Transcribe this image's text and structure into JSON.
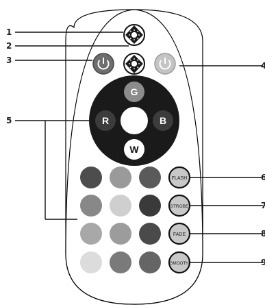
{
  "callouts": [
    "1",
    "2",
    "3",
    "4",
    "5",
    "6",
    "7",
    "8",
    "9"
  ],
  "color_wheel": {
    "top": "G",
    "left": "R",
    "right": "B",
    "bottom": "W",
    "ring_color": "#1a1a1a",
    "top_color": "#8c8c8c",
    "left_color": "#3c3c3c",
    "right_color": "#3c3c3c",
    "bottom_color": "#ffffff"
  },
  "function_buttons": [
    "FLASH",
    "STROBE",
    "FADE",
    "SMOOTH"
  ],
  "icons": {
    "brightness_up": "sun-up-icon",
    "brightness_down": "sun-down-icon",
    "power_off": "power-icon",
    "power_on": "power-icon"
  },
  "color_keys": {
    "column_1": [
      "#4d4d4d",
      "#888888",
      "#a8a8a8",
      "#dcdcdc"
    ],
    "column_2": [
      "#9a9a9a",
      "#cfcfcf",
      "#9c9c9c",
      "#7a7a7a"
    ],
    "column_3": [
      "#5a5a5a",
      "#3a3a3a",
      "#4a4a4a",
      "#656565"
    ]
  }
}
